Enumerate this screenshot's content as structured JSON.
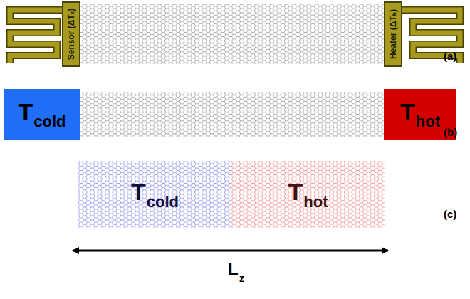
{
  "diagram": {
    "nodes": [
      {
        "text": [
          "Sensor (ΔTₛ)"
        ]
      },
      {
        "text": [
          "Heater (ΔTₕ)"
        ]
      },
      {
        "text": [
          "T",
          "cold"
        ]
      },
      {
        "text": [
          "T",
          "hot"
        ]
      },
      {
        "text": [
          "T",
          "cold"
        ]
      },
      {
        "text": [
          "T",
          "hot"
        ]
      }
    ],
    "labels": [
      "(a)",
      "(b)",
      "(c)",
      "L",
      "z"
    ]
  }
}
